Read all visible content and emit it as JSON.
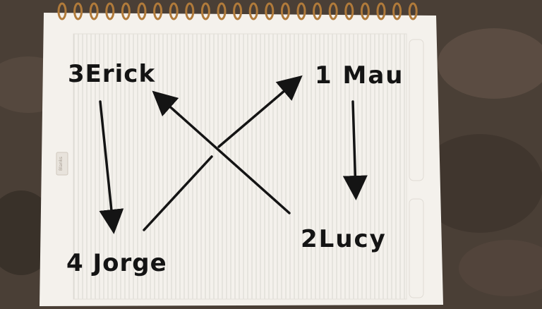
{
  "colors": {
    "marble": "#4a3f36",
    "paper": "#f4f1ec",
    "ink": "#141414",
    "ring": "#b07a3a"
  },
  "names": {
    "n3": "3Erick",
    "n1": "1 Mau",
    "n4": "4 Jorge",
    "n2": "2Lucy"
  },
  "side_tab": "Blanks"
}
